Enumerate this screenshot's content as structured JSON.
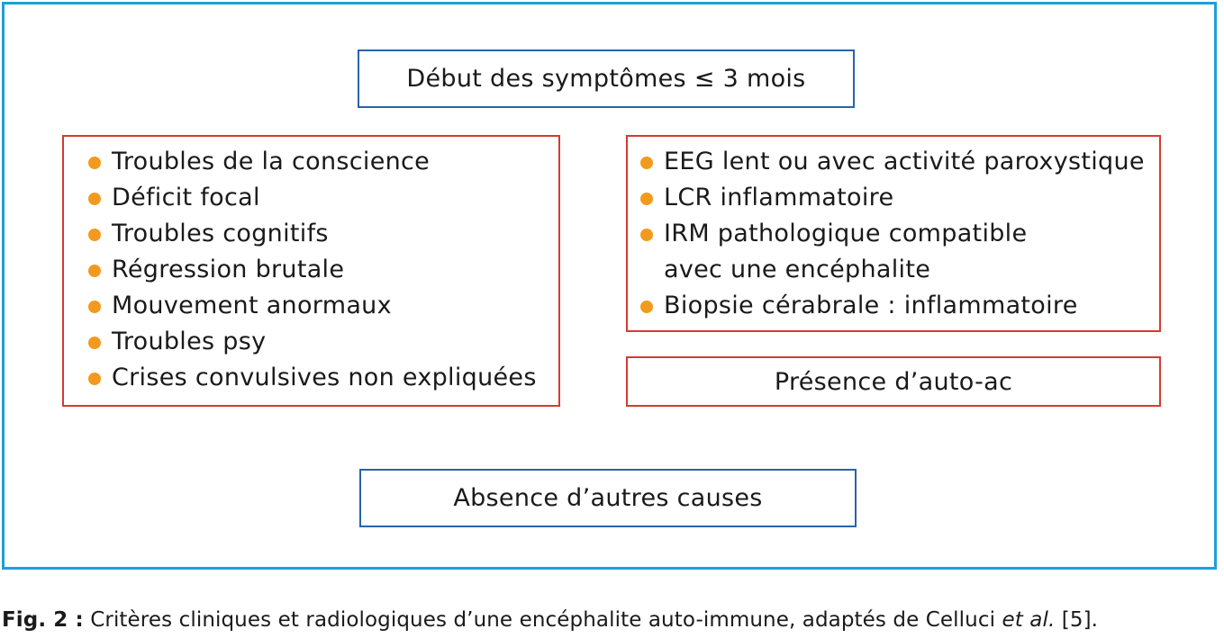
{
  "diagram": {
    "top_box": "Début des symptômes ≤ 3 mois",
    "left_items": [
      "Troubles de la conscience",
      "Déficit focal",
      "Troubles cognitifs",
      "Régression brutale",
      "Mouvement anormaux",
      "Troubles psy",
      "Crises convulsives non expliquées"
    ],
    "right_items": [
      "EEG lent ou avec activité paroxystique",
      "LCR inflammatoire",
      "IRM pathologique compatible",
      "avec une encéphalite",
      "Biopsie cérabrale : inflammatoire"
    ],
    "middle_right_box": "Présence d’auto-ac",
    "bottom_box": "Absence d’autres causes"
  },
  "caption": {
    "label": "Fig. 2 :",
    "text_before": " Critères cliniques et radiologiques d’une encéphalite auto-immune, adaptés de Celluci ",
    "italic": "et al.",
    "text_after": " [5]."
  },
  "colors": {
    "frame": "#1e9fdc",
    "blue_box": "#2b63a8",
    "red_box": "#d63a34",
    "bullet": "#f39a1e"
  }
}
